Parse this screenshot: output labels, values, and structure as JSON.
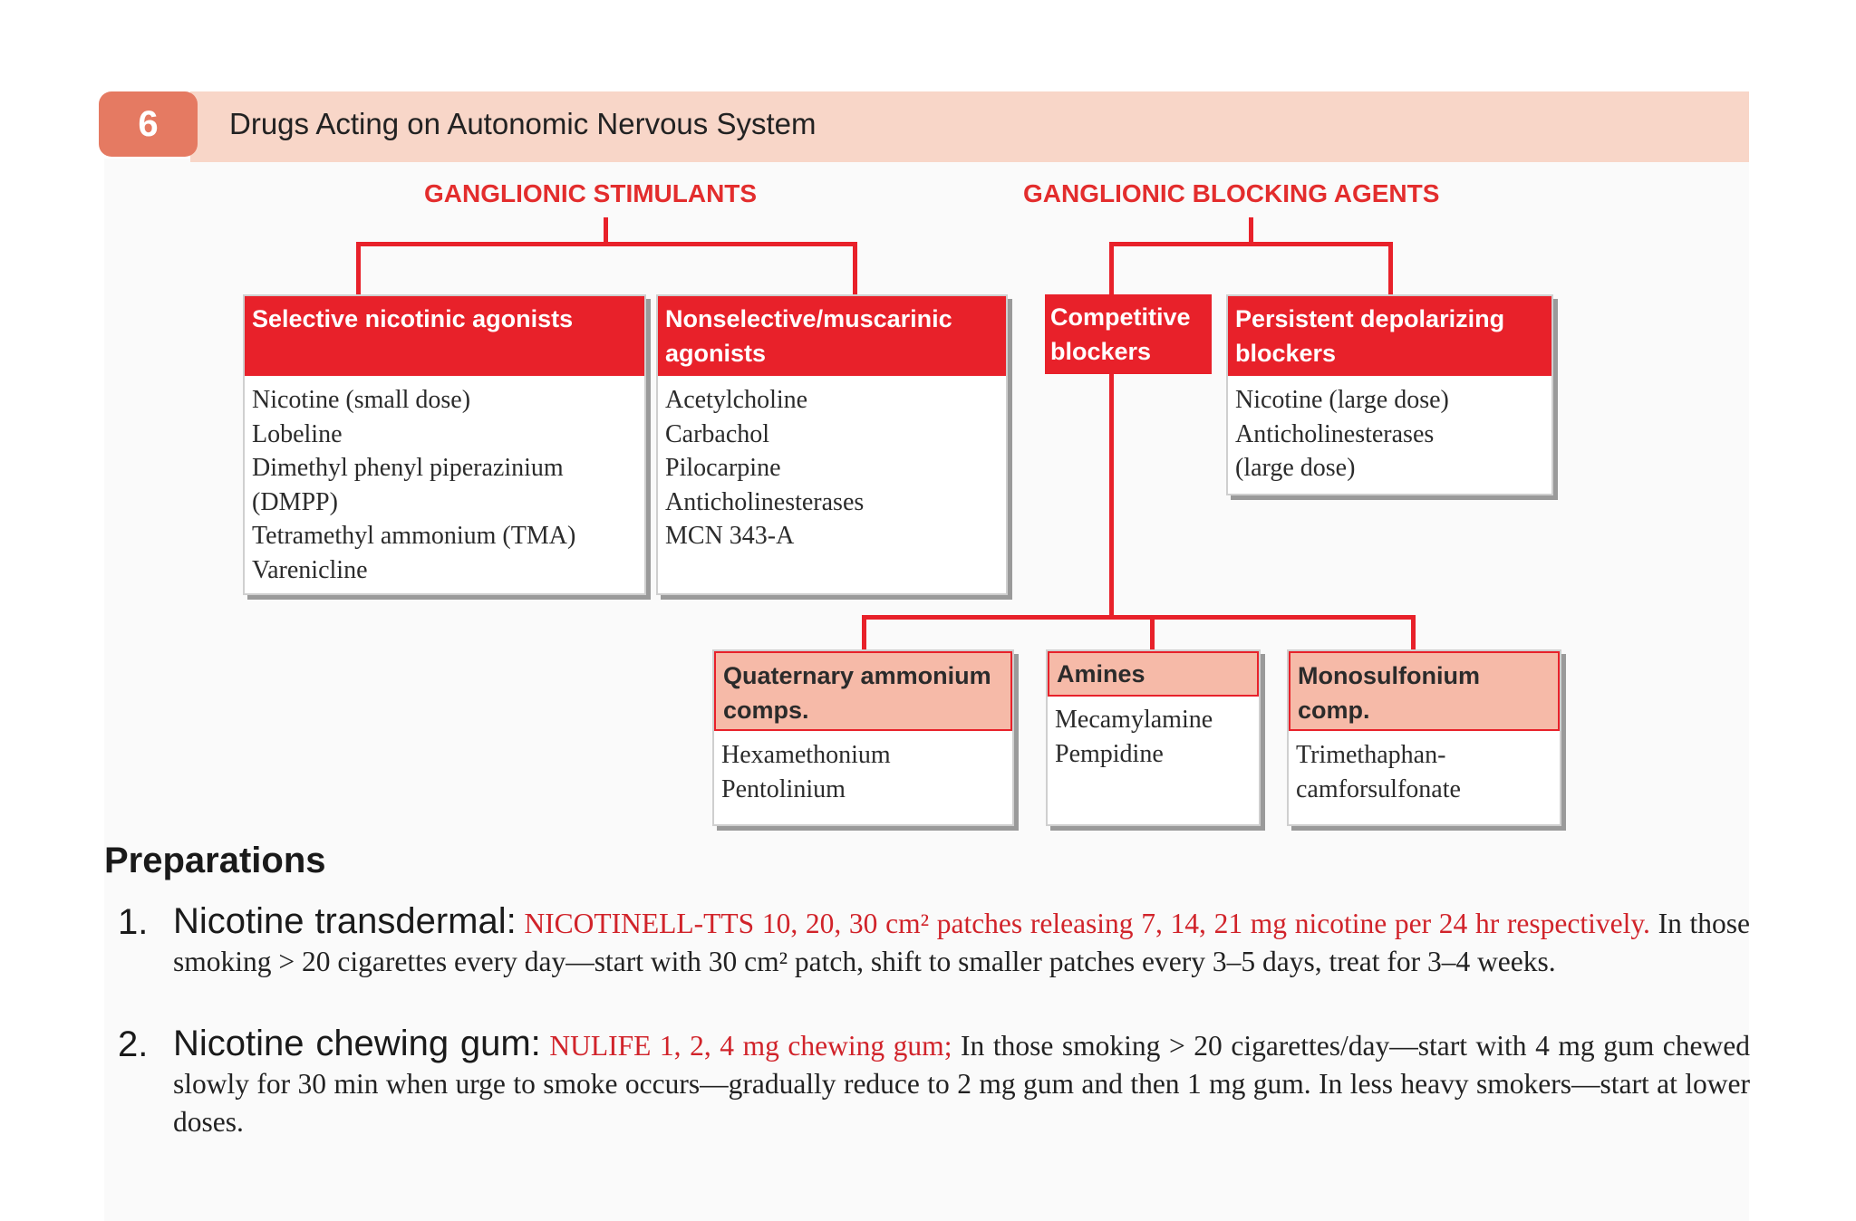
{
  "header": {
    "page_number": "6",
    "chapter_title": "Drugs Acting on Autonomic Nervous System"
  },
  "diagram": {
    "stimulants": {
      "title": "GANGLIONIC STIMULANTS",
      "selective": {
        "heading": "Selective nicotinic agonists",
        "items": [
          "Nicotine (small dose)",
          "Lobeline",
          "Dimethyl phenyl piperazinium",
          "(DMPP)",
          "Tetramethyl ammonium (TMA)",
          "Varenicline"
        ]
      },
      "nonselective": {
        "heading": "Nonselective/muscarinic agonists",
        "items": [
          "Acetylcholine",
          "Carbachol",
          "Pilocarpine",
          "Anticholinesterases",
          "MCN 343-A"
        ]
      }
    },
    "blockers": {
      "title": "GANGLIONIC BLOCKING AGENTS",
      "competitive": {
        "heading": "Competitive blockers"
      },
      "persistent": {
        "heading": "Persistent depolarizing blockers",
        "items": [
          "Nicotine (large dose)",
          "Anticholinesterases",
          "(large dose)"
        ]
      },
      "quaternary": {
        "heading": "Quaternary ammonium comps.",
        "items": [
          "Hexamethonium",
          "Pentolinium"
        ]
      },
      "amines": {
        "heading": "Amines",
        "items": [
          "Mecamylamine",
          "Pempidine"
        ]
      },
      "monosulfonium": {
        "heading": "Monosulfonium comp.",
        "items": [
          "Trimethaphan-",
          "camforsulfonate"
        ]
      }
    }
  },
  "preparations": {
    "heading": "Preparations",
    "items": [
      {
        "number": "1.",
        "name": "Nicotine transdermal:",
        "brand": "NICOTINELL-TTS 10, 20, 30 cm² patches releasing 7, 14, 21 mg nicotine per 24 hr respectively.",
        "text": "In those smoking > 20 cigarettes every day—start with 30 cm² patch, shift to smaller patches every 3–5 days, treat for 3–4 weeks."
      },
      {
        "number": "2.",
        "name": "Nicotine chewing gum:",
        "brand": "NULIFE 1, 2, 4 mg chewing gum;",
        "text": "In those smoking > 20 cigarettes/day—start with 4 mg gum chewed slowly for 30 min when urge to smoke occurs—gradually reduce to 2 mg gum and then 1 mg gum. In less heavy smokers—start at lower doses."
      }
    ]
  },
  "colors": {
    "accent_red": "#e8212a",
    "header_band": "#f8d6c8",
    "badge": "#e57a62",
    "subgroup_pink": "#f6baa8"
  }
}
